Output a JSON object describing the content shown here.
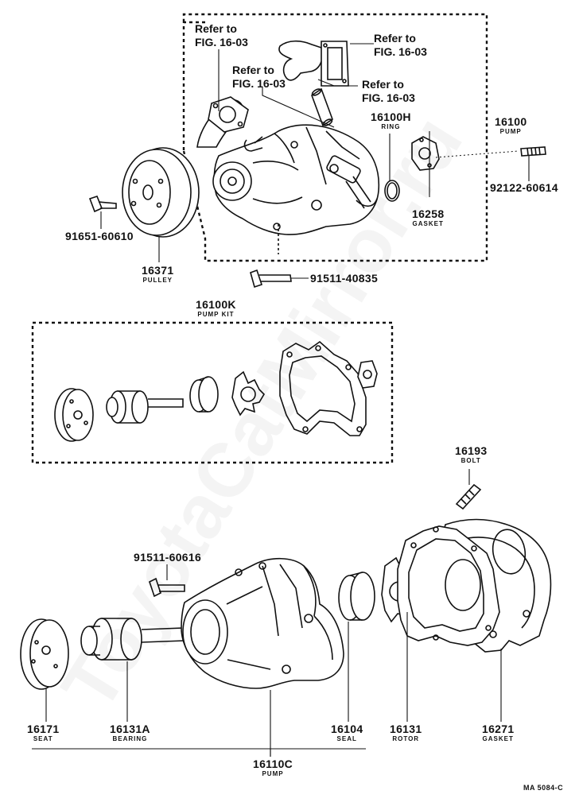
{
  "diagram_code": "MA 5084-C",
  "watermark": "ToyotaCatMirror.ru",
  "callouts": {
    "pump_top": {
      "number": "16100",
      "name": "PUMP"
    },
    "ring": {
      "number": "16100H",
      "name": "RING"
    },
    "gasket_small": {
      "number": "16258",
      "name": "GASKET"
    },
    "stud_top": {
      "number": "92122-60614"
    },
    "bolt_pulley": {
      "number": "91651-60610"
    },
    "pulley": {
      "number": "16371",
      "name": "PULLEY"
    },
    "bolt_pump": {
      "number": "91511-40835"
    },
    "pump_kit": {
      "number": "16100K",
      "name": "PUMP KIT"
    },
    "bolt_stud": {
      "number": "16193",
      "name": "BOLT"
    },
    "bolt_body": {
      "number": "91511-60616"
    },
    "seat": {
      "number": "16171",
      "name": "SEAT"
    },
    "bearing": {
      "number": "16131A",
      "name": "BEARING"
    },
    "seal": {
      "number": "16104",
      "name": "SEAL"
    },
    "rotor": {
      "number": "16131",
      "name": "ROTOR"
    },
    "gasket_large": {
      "number": "16271",
      "name": "GASKET"
    },
    "pump_bottom": {
      "number": "16110C",
      "name": "PUMP"
    }
  },
  "references": {
    "ref1": {
      "line1": "Refer to",
      "line2": "FIG. 16-03"
    },
    "ref2": {
      "line1": "Refer to",
      "line2": "FIG. 16-03"
    },
    "ref3": {
      "line1": "Refer to",
      "line2": "FIG. 16-03"
    },
    "ref4": {
      "line1": "Refer to",
      "line2": "FIG. 16-03"
    }
  }
}
